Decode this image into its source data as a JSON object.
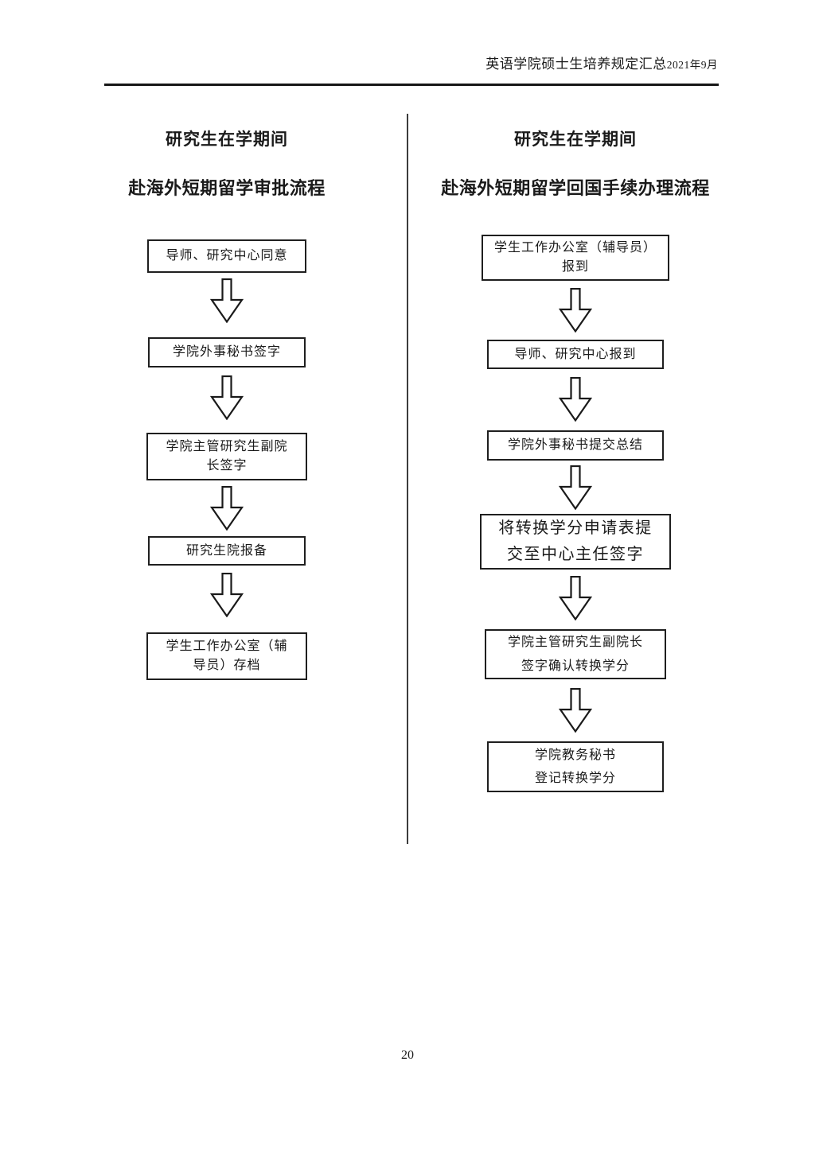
{
  "page": {
    "header_title": "英语学院硕士生培养规定汇总",
    "header_date": "2021年9月",
    "page_number": "20"
  },
  "icons": {
    "down_arrow": "hollow block arrow pointing down, black outline, white fill"
  },
  "colors": {
    "ink": "#1a1a1a",
    "background": "#ffffff"
  },
  "left_flow": {
    "title": "研究生在学期间",
    "subtitle": "赴海外短期留学审批流程",
    "steps": [
      "导师、研究中心同意",
      "学院外事秘书签字",
      "学院主管研究生副院\n长签字",
      "研究生院报备",
      "学生工作办公室（辅\n导员）存档"
    ]
  },
  "right_flow": {
    "title": "研究生在学期间",
    "subtitle": "赴海外短期留学回国手续办理流程",
    "steps": [
      "学生工作办公室（辅导员）\n报到",
      "导师、研究中心报到",
      "学院外事秘书提交总结",
      "将转换学分申请表提\n交至中心主任签字",
      "学院主管研究生副院长\n签字确认转换学分",
      "学院教务秘书\n登记转换学分"
    ]
  }
}
